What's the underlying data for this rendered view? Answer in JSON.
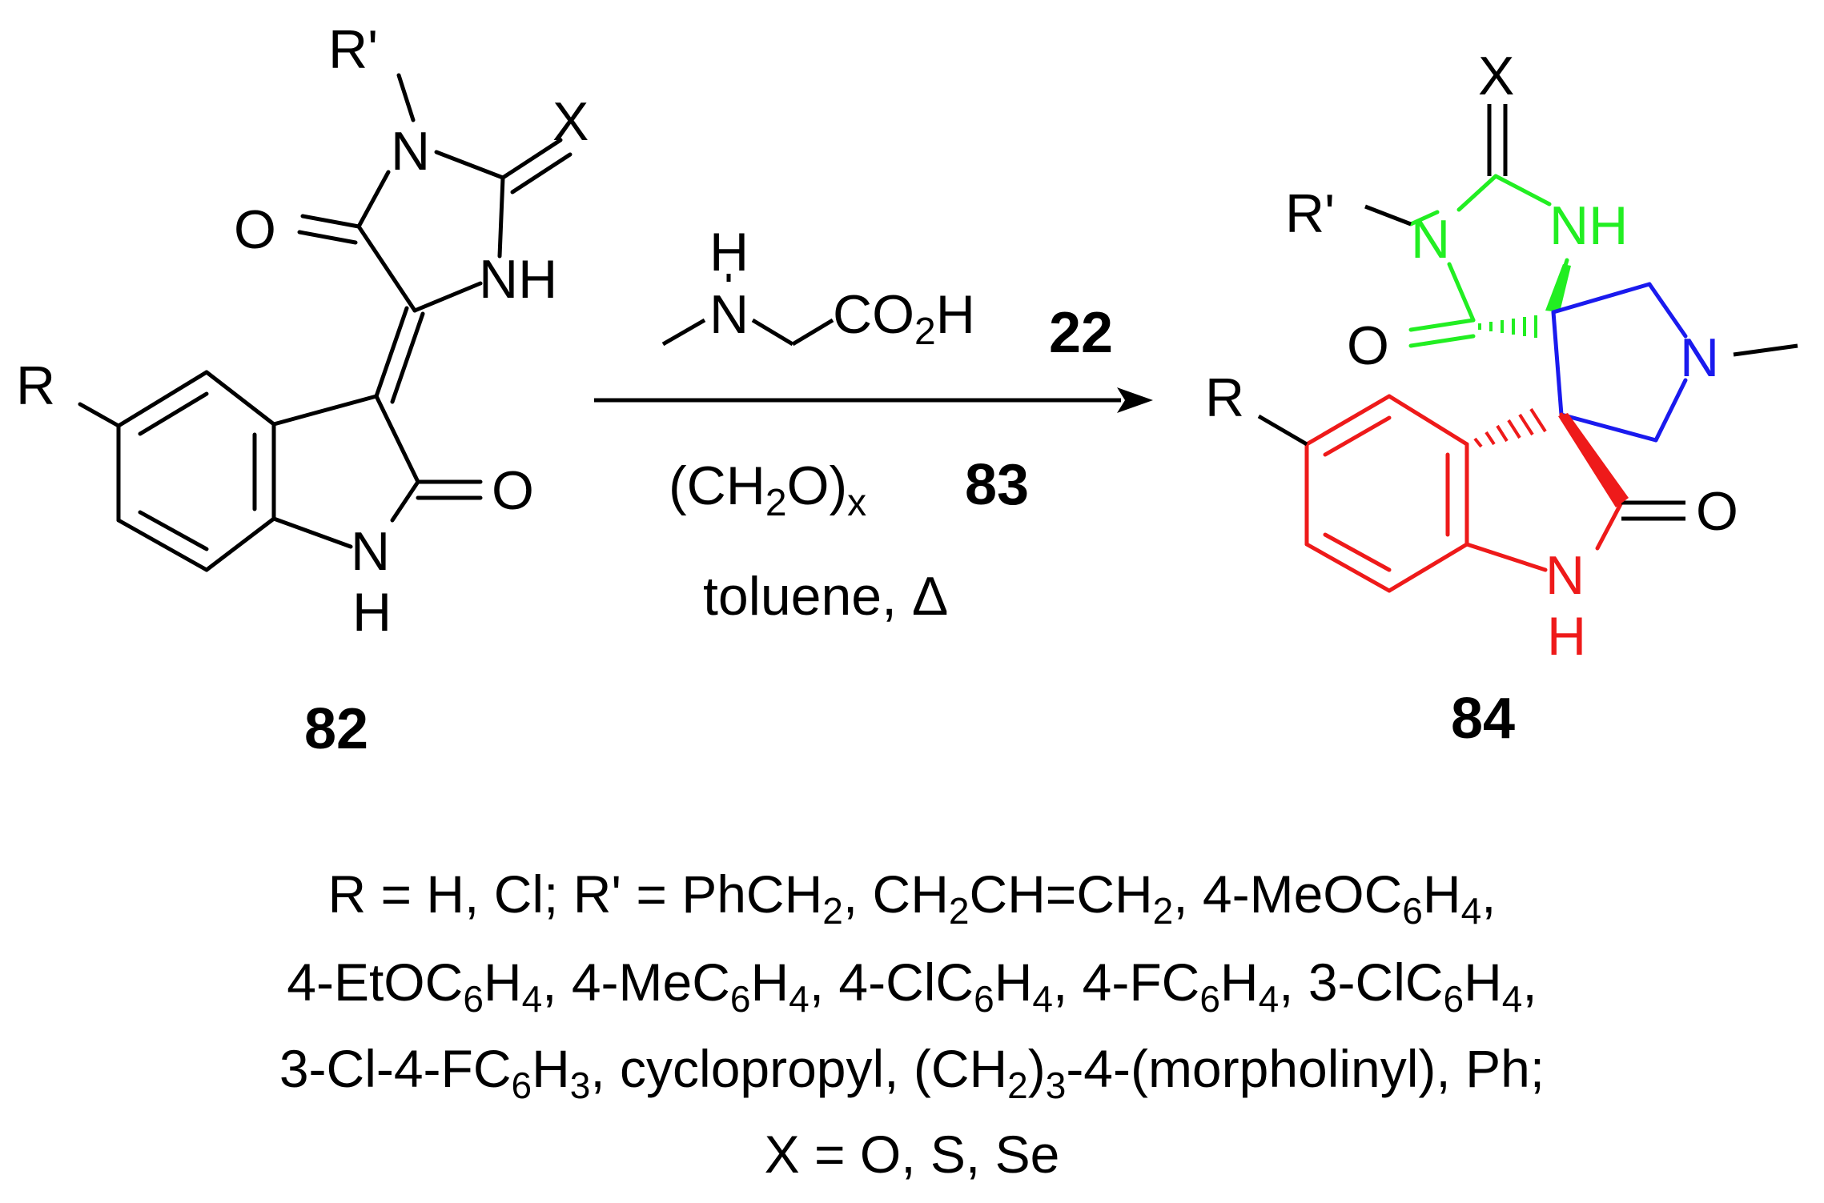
{
  "colors": {
    "default": "#000000",
    "imidazolidine_ring": "#22ee22",
    "pyrrolidine_ring": "#1a1aee",
    "oxindole_ring": "#ee1a1a"
  },
  "reactant": {
    "compound_number": "82",
    "labels": {
      "r": "R",
      "r_prime": "R'",
      "x": "X",
      "n_imide": "N",
      "o_imide": "O",
      "nh": "NH",
      "o_lactam": "O",
      "n_lactam": "N",
      "h_lactam": "H"
    }
  },
  "reagents": {
    "sarcosine": {
      "compound_number": "22",
      "h": "H",
      "n": "N",
      "co": "CO",
      "co_sub": "2",
      "co_h": "H"
    },
    "paraformaldehyde": {
      "compound_number": "83",
      "text": "(CH",
      "sub1": "2",
      "text2": "O)",
      "sub2": "x"
    },
    "conditions": "toluene, Δ"
  },
  "product": {
    "compound_number": "84",
    "labels": {
      "x": "X",
      "r_prime": "R'",
      "n_imide": "N",
      "nh": "NH",
      "o_imide": "O",
      "n_pyrrolidine": "N",
      "r": "R",
      "o_lactam": "O",
      "n_lactam": "N",
      "h_lactam": "H"
    }
  },
  "substituents": {
    "line1": [
      {
        "t": "R = H, Cl; R' = PhCH"
      },
      {
        "s": "2"
      },
      {
        "t": ", CH"
      },
      {
        "s": "2"
      },
      {
        "t": "CH=CH"
      },
      {
        "s": "2"
      },
      {
        "t": ", 4-MeOC"
      },
      {
        "s": "6"
      },
      {
        "t": "H"
      },
      {
        "s": "4"
      },
      {
        "t": ","
      }
    ],
    "line2": [
      {
        "t": "4-EtOC"
      },
      {
        "s": "6"
      },
      {
        "t": "H"
      },
      {
        "s": "4"
      },
      {
        "t": ", 4-MeC"
      },
      {
        "s": "6"
      },
      {
        "t": "H"
      },
      {
        "s": "4"
      },
      {
        "t": ", 4-ClC"
      },
      {
        "s": "6"
      },
      {
        "t": "H"
      },
      {
        "s": "4"
      },
      {
        "t": ", 4-FC"
      },
      {
        "s": "6"
      },
      {
        "t": "H"
      },
      {
        "s": "4"
      },
      {
        "t": ", 3-ClC"
      },
      {
        "s": "6"
      },
      {
        "t": "H"
      },
      {
        "s": "4"
      },
      {
        "t": ","
      }
    ],
    "line3": [
      {
        "t": "3-Cl-4-FC"
      },
      {
        "s": "6"
      },
      {
        "t": "H"
      },
      {
        "s": "3"
      },
      {
        "t": ", cyclopropyl, (CH"
      },
      {
        "s": "2"
      },
      {
        "t": ")"
      },
      {
        "s": "3"
      },
      {
        "t": "-4-(morpholinyl), Ph;"
      }
    ],
    "line4": [
      {
        "t": "X = O, S, Se"
      }
    ]
  }
}
